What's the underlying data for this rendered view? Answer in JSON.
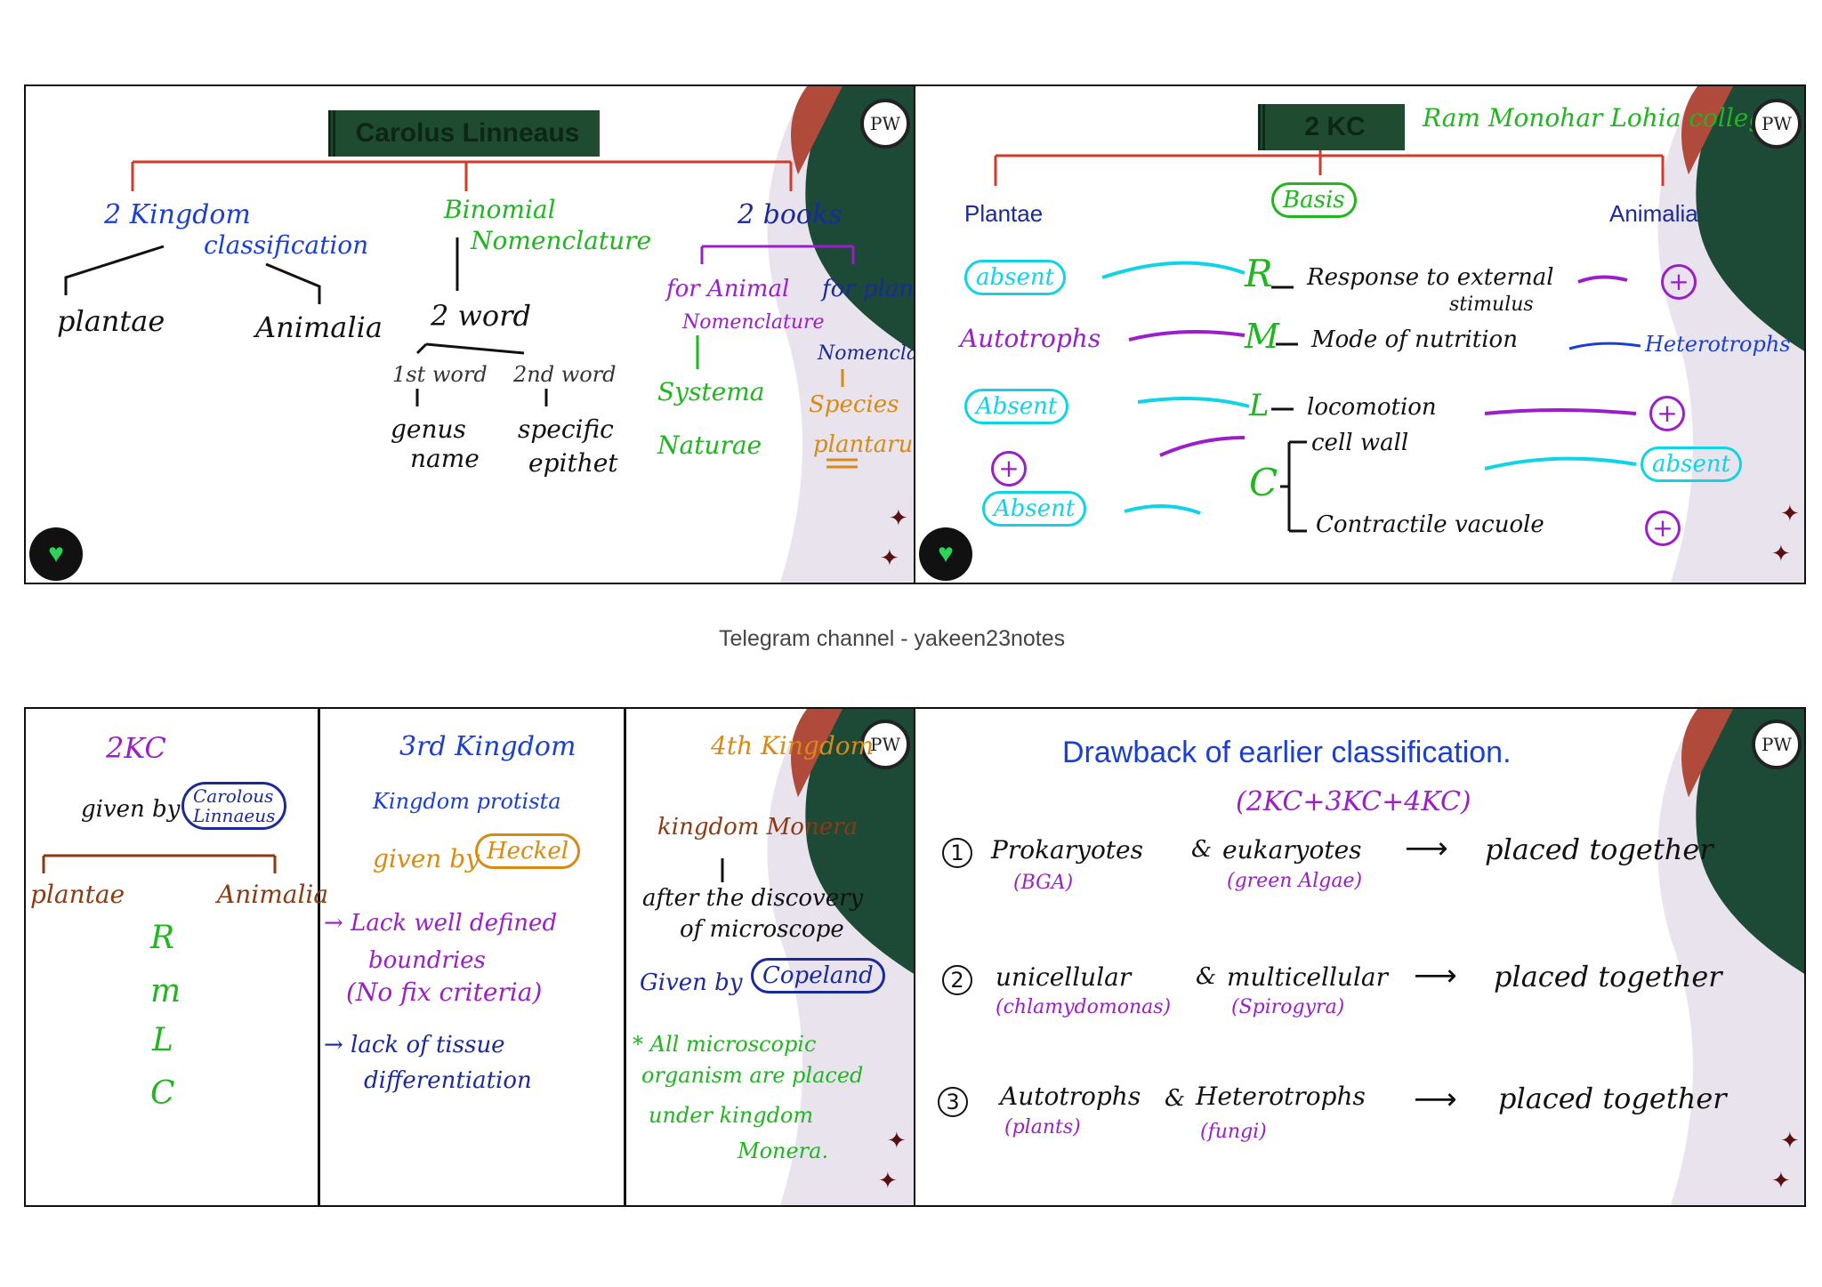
{
  "footer": {
    "channel": "Telegram channel - yakeen23notes"
  },
  "logos": {
    "pw": "PW",
    "heart_icon": "heart-icon"
  },
  "colors": {
    "red": "#d43a2a",
    "blue": "#1a3ed6",
    "green": "#1fb61f",
    "purple": "#9a1fc9",
    "cyan": "#10d4e6",
    "orange": "#d98a12",
    "black": "#111111",
    "navy": "#1b2a9a",
    "brown": "#8b3a12"
  },
  "slide1": {
    "title": "Carolus Linneaus",
    "kingdom": "2 Kingdom",
    "kingdom_sub": "classification",
    "plantae": "plantae",
    "animalia": "Animalia",
    "binomial": "Binomial",
    "nomenclature": "Nomenclature",
    "two_word": "2 word",
    "first_word": "1st word",
    "second_word": "2nd word",
    "genus": "genus",
    "name": "name",
    "specific": "specific",
    "epithet": "epithet",
    "two_books": "2 books",
    "for_animal": "for Animal",
    "for_plant": "for plant",
    "nomenclature2": "Nomenclature",
    "nomencl3": "Nomencla",
    "systema": "Systema",
    "naturae": "Naturae",
    "species": "Species",
    "plantarum": "plantarum"
  },
  "slide2": {
    "title": "2 KC",
    "college": "Ram Monohar Lohia college",
    "basis": "Basis",
    "plantae": "Plantae",
    "animalia": "Animalia",
    "r": "R",
    "r_text": "Response to external",
    "r_text2": "stimulus",
    "m": "M",
    "m_text": "Mode of nutrition",
    "l": "L",
    "l_text": "locomotion",
    "c": "C",
    "c_text1": "cell wall",
    "c_text2": "Contractile vacuole",
    "absent": "absent",
    "autotrophs": "Autotrophs",
    "heterotrophs": "Heterotrophs",
    "absent2": "Absent",
    "plus": "+",
    "absent3": "Absent",
    "absent4": "absent"
  },
  "slide3": {
    "col1": {
      "title": "2KC",
      "given_by": "given by",
      "carolus": "Carolous",
      "linnaeus": "Linnaeus",
      "plantae": "plantae",
      "animalia": "Animalia",
      "letters": [
        "R",
        "m",
        "L",
        "C"
      ]
    },
    "col2": {
      "title": "3rd Kingdom",
      "kingdom": "Kingdom protista",
      "given_by": "given by",
      "heckel": "Heckel",
      "lack1": "→ Lack well defined",
      "boundaries": "boundries",
      "no_fix": "(No fix criteria)",
      "lack2": "→ lack of tissue",
      "differentiation": "differentiation"
    },
    "col3": {
      "title": "4th Kingdom",
      "kingdom": "kingdom Monera",
      "after": "after the discovery",
      "of_micro": "of microscope",
      "given_by": "Given by",
      "copeland": "Copeland",
      "all_micro": "* All microscopic",
      "organism": "organism are placed",
      "under": "under kingdom",
      "monera": "Monera."
    }
  },
  "slide4": {
    "title": "Drawback of earlier classification.",
    "subtitle": "(2KC+3KC+4KC)",
    "rows": [
      {
        "num": "1",
        "left": "Prokaryotes",
        "left_sub": "(BGA)",
        "amp": "&",
        "right": "eukaryotes",
        "right_sub": "(green Algae)",
        "result": "placed together"
      },
      {
        "num": "2",
        "left": "unicellular",
        "left_sub": "(chlamydomonas)",
        "amp": "&",
        "right": "multicellular",
        "right_sub": "(Spirogyra)",
        "result": "placed together"
      },
      {
        "num": "3",
        "left": "Autotrophs",
        "left_sub": "(plants)",
        "amp": "&",
        "right": "Heterotrophs",
        "right_sub": "(fungi)",
        "result": "placed together"
      }
    ]
  }
}
